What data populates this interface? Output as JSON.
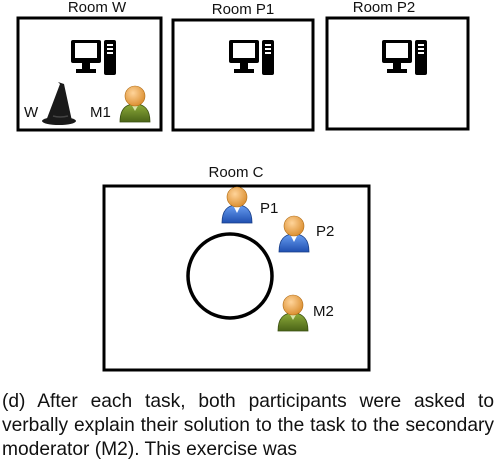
{
  "rooms": {
    "w": {
      "label": "Room W"
    },
    "p1": {
      "label": "Room P1"
    },
    "p2": {
      "label": "Room P2"
    },
    "c": {
      "label": "Room C"
    }
  },
  "people": {
    "wizard": {
      "label": "W",
      "icon": "wizard-hat-icon"
    },
    "m1": {
      "label": "M1",
      "icon": "person-icon",
      "color": "#6b8e23"
    },
    "p1": {
      "label": "P1",
      "icon": "person-icon",
      "color": "#3b6fd6"
    },
    "p2": {
      "label": "P2",
      "icon": "person-icon",
      "color": "#3b6fd6"
    },
    "m2": {
      "label": "M2",
      "icon": "person-icon",
      "color": "#6b8e23"
    }
  },
  "icons": {
    "computer": "desktop-computer-icon",
    "table": "round-table-icon"
  },
  "caption": "(d) After each task, both participants were asked to verbally explain their solution to the task to the secondary moderator (M2). This exercise was"
}
